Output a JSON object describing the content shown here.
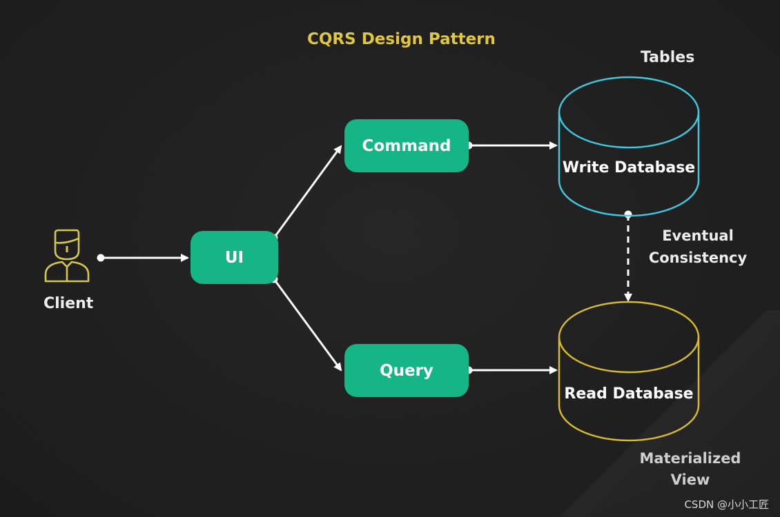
{
  "title": "CQRS Design Pattern",
  "colors": {
    "background": "#1f1f1f",
    "title": "#e3c63a",
    "pill_fill": "#16b585",
    "write_db_stroke": "#3ec9e0",
    "read_db_stroke": "#d6bc2b",
    "client_icon": "#d8c84a",
    "arrow": "#ffffff"
  },
  "client": {
    "label": "Client",
    "icon": "person-icon"
  },
  "nodes": {
    "ui": "UI",
    "command": "Command",
    "query": "Query"
  },
  "databases": {
    "write": {
      "label": "Write Database",
      "caption": "Tables"
    },
    "read": {
      "label": "Read Database",
      "caption_line1": "Materialized",
      "caption_line2": "View"
    }
  },
  "sync": {
    "line1": "Eventual",
    "line2": "Consistency"
  },
  "watermark": "CSDN @小小工匠"
}
